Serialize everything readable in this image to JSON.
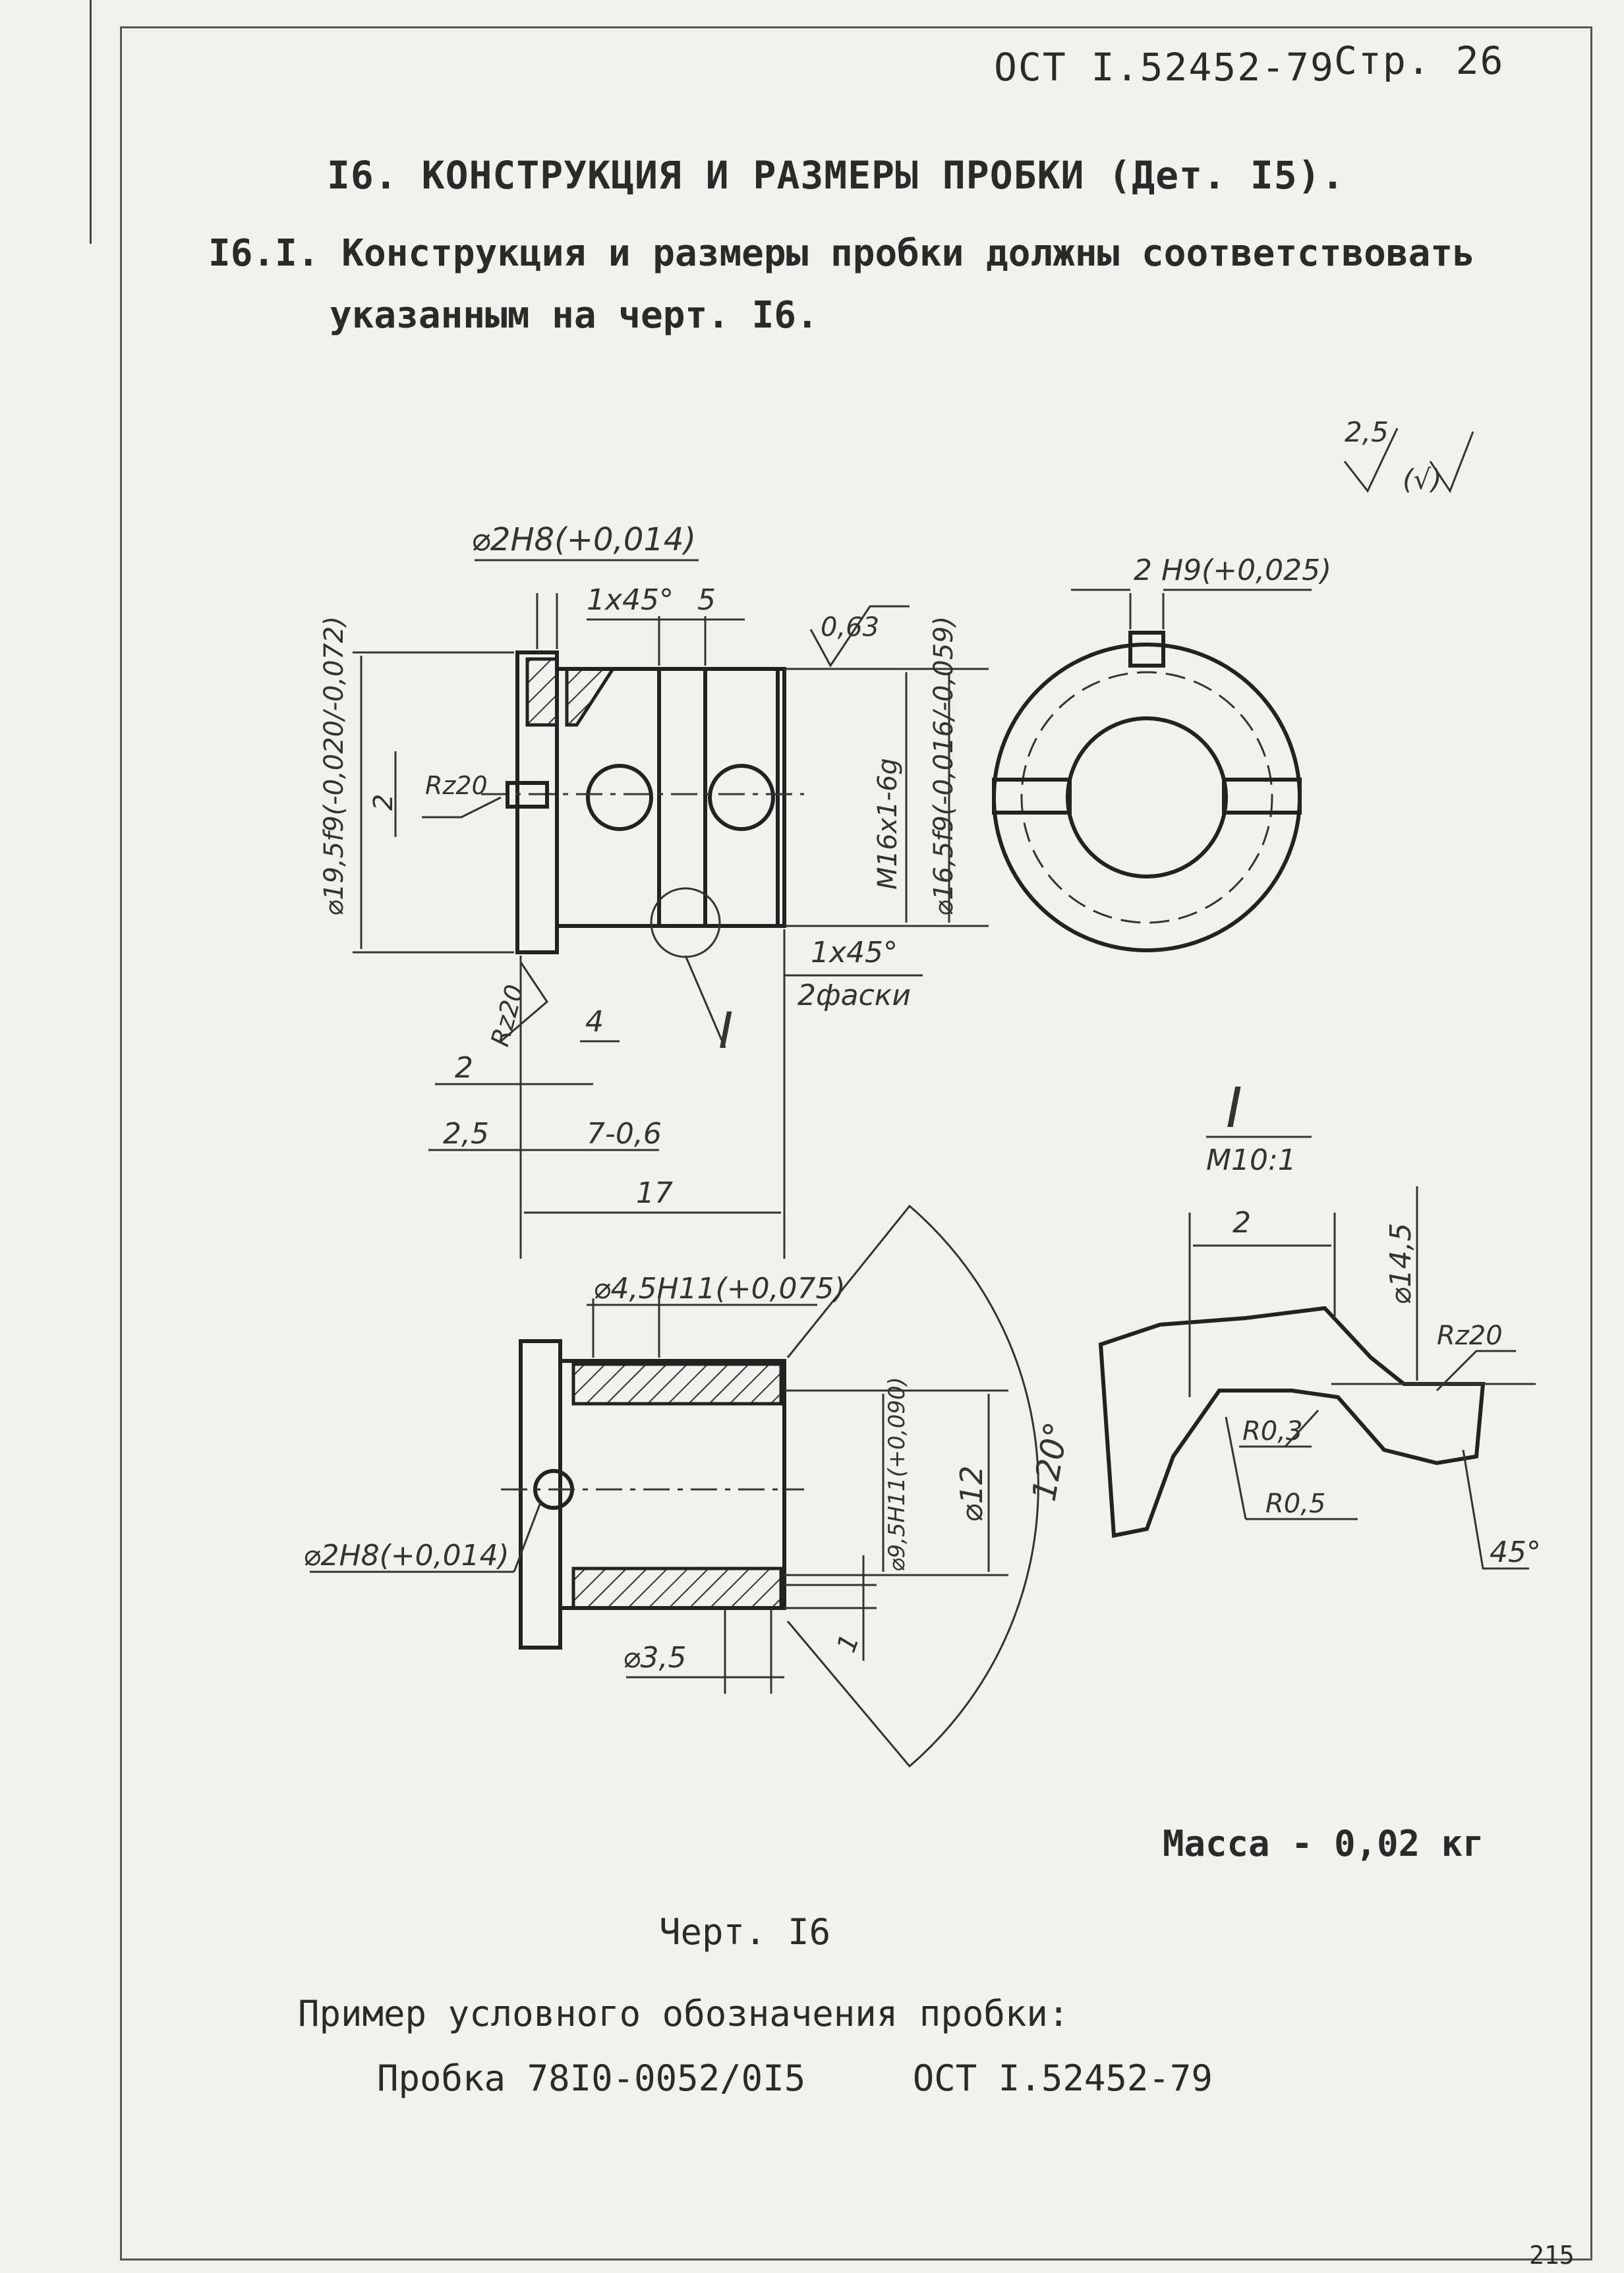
{
  "header": {
    "standard": "ОСТ I.52452-79",
    "page_label": "Стр. 26"
  },
  "section_title": "I6. КОНСТРУКЦИЯ И РАЗМЕРЫ ПРОБКИ (Дет. I5).",
  "paragraph": {
    "line1": "I6.I. Конструкция и размеры пробки должны  соответствовать",
    "line2": "указанным на черт.  I6."
  },
  "drawing": {
    "roughness_general": "2,5",
    "roughness_other": "(√)",
    "labels": {
      "d2h8_top": "⌀2H8(+0,014)",
      "chamfer_top": "1x45°",
      "dim5": "5",
      "rough063": "0,63",
      "slot": "2 H9(+0,025)",
      "d195": "⌀19,5f9(-0,020/-0,072)",
      "rz20_left": "Rz20",
      "dim2_left": "2",
      "m16": "M16x1-6g",
      "d165": "⌀16,5f9(-0,016/-0,059)",
      "chamfer_bottom": "1x45°",
      "two_chamfers": "2фаски",
      "rz20_bottom": "Rz20",
      "dim4": "4",
      "view_mark": "I",
      "dim2_bottom": "2",
      "dim25": "2,5",
      "dim706": "7-0,6",
      "dim17": "17",
      "detail_title": "I",
      "detail_scale": "M10:1",
      "detail_dim2": "2",
      "detail_d145": "⌀14,5",
      "detail_rz20": "Rz20",
      "detail_r03": "R0,3",
      "detail_r05": "R0,5",
      "detail_45": "45°",
      "d45h11": "⌀4,5H11(+0,075)",
      "d95h11": "⌀9,5H11(+0,090)",
      "d12": "⌀12",
      "angle120": "120°",
      "d2h8_bottom": "⌀2H8(+0,014)",
      "d35": "⌀3,5",
      "dim1": "1"
    }
  },
  "mass": "Масса - 0,02 кг",
  "drawing_caption": "Черт. I6",
  "example_title": "Пример условного обозначения пробки:",
  "example_line": "Пробка 78I0-0052/0I5     ОСТ I.52452-79",
  "page_number": "215"
}
